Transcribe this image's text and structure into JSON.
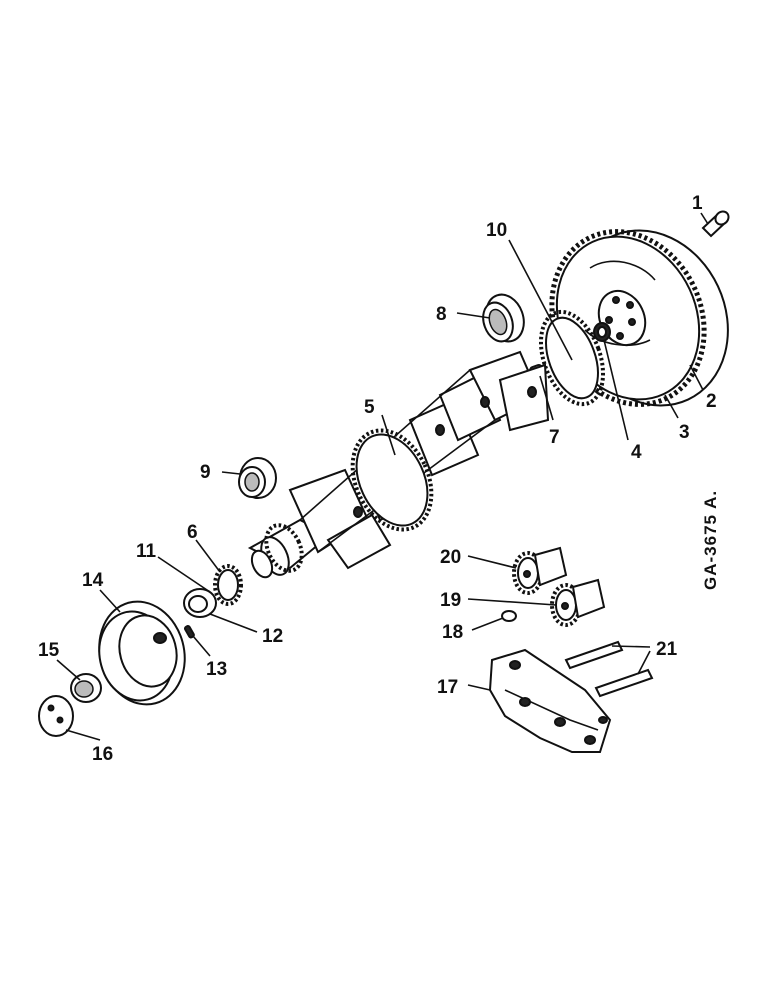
{
  "figure_code": "GA-3675 A.",
  "callouts": {
    "c1": "1",
    "c2": "2",
    "c3": "3",
    "c4": "4",
    "c5": "5",
    "c6": "6",
    "c7": "7",
    "c8": "8",
    "c9": "9",
    "c10": "10",
    "c11": "11",
    "c12": "12",
    "c13": "13",
    "c14": "14",
    "c15": "15",
    "c16": "16",
    "c17": "17",
    "c18": "18",
    "c19": "19",
    "c20": "20",
    "c21": "21"
  }
}
